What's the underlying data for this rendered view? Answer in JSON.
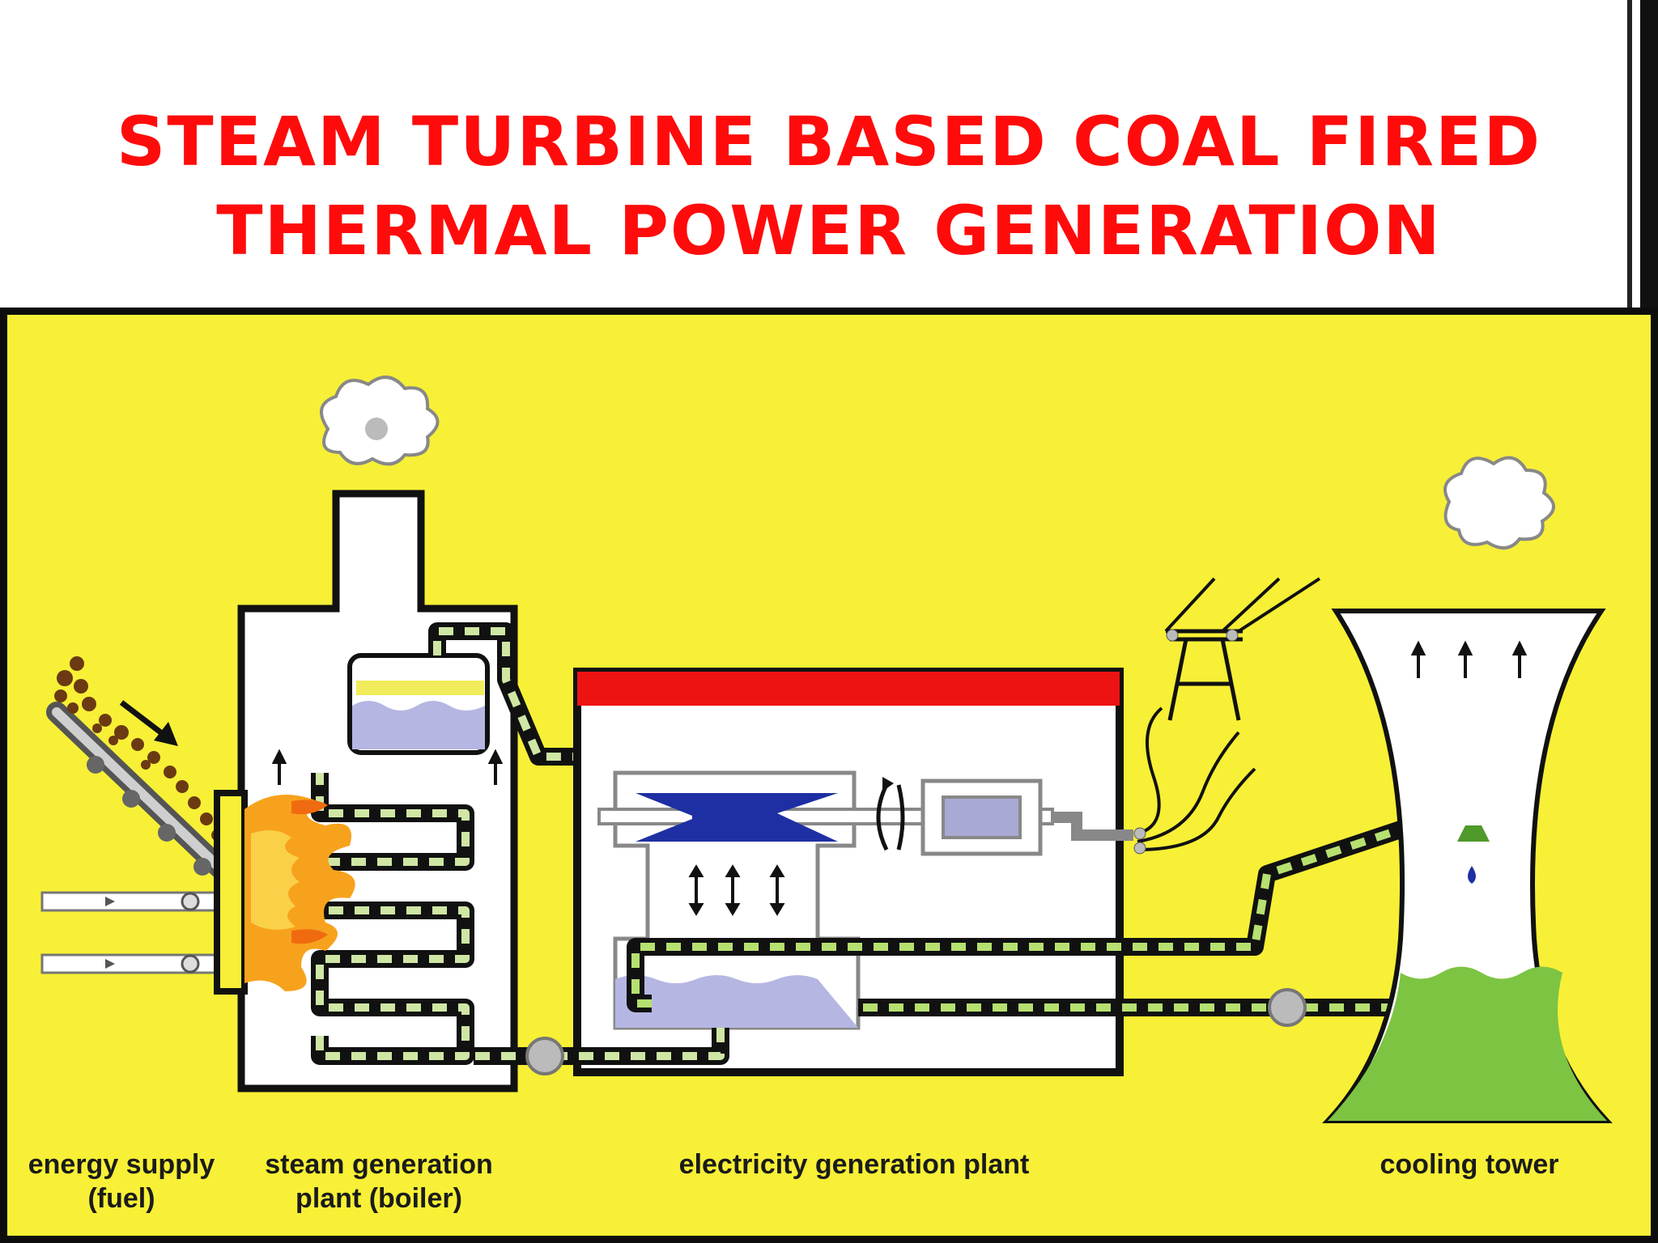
{
  "title": {
    "line1": "STEAM TURBINE BASED COAL FIRED",
    "line2": "THERMAL POWER GENERATION"
  },
  "labels": {
    "energy_supply_line1": "energy supply",
    "energy_supply_line2": "(fuel)",
    "steam_generation_line1": "steam generation",
    "steam_generation_line2": "plant (boiler)",
    "electricity_generation": "electricity generation plant",
    "cooling_tower": "cooling tower"
  },
  "colors": {
    "title": "#ff0b0b",
    "panel_background": "#f7f036",
    "pipe_dash": "#b6e070",
    "turbine_blade": "#1e2fa3",
    "generator": "#a9a9d6",
    "cooling_water": "#7dc443",
    "flame": "#f7a21d",
    "roof": "#ee1313"
  }
}
